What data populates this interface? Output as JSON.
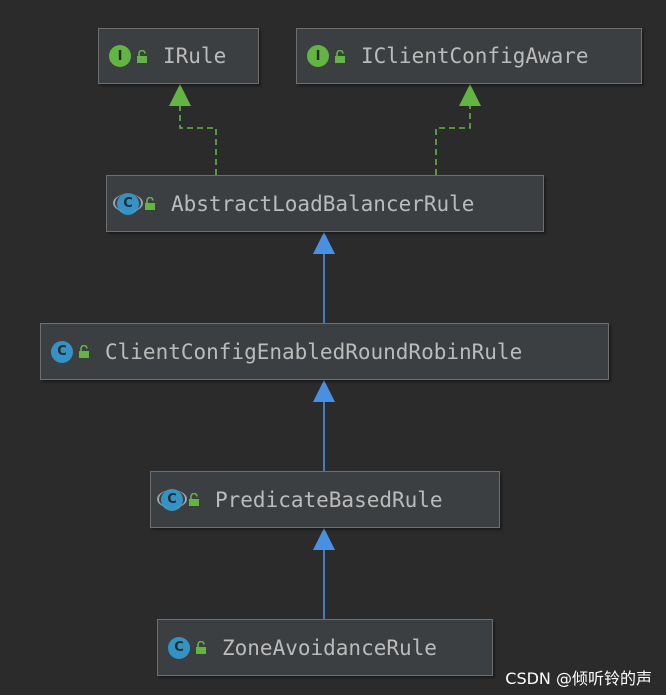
{
  "nodes": [
    {
      "id": "irule",
      "label": "IRule",
      "kind": "interface",
      "badge": "I"
    },
    {
      "id": "iclientconfigaware",
      "label": "IClientConfigAware",
      "kind": "interface",
      "badge": "I"
    },
    {
      "id": "abstractloadbalancerrule",
      "label": "AbstractLoadBalancerRule",
      "kind": "abstract",
      "badge": "C"
    },
    {
      "id": "clientconfigenabledroundrobinrule",
      "label": "ClientConfigEnabledRoundRobinRule",
      "kind": "class",
      "badge": "C"
    },
    {
      "id": "predicatebasedrule",
      "label": "PredicateBasedRule",
      "kind": "abstract",
      "badge": "C"
    },
    {
      "id": "zoneavoidancerule",
      "label": "ZoneAvoidanceRule",
      "kind": "class",
      "badge": "C"
    }
  ],
  "edges": [
    {
      "from": "abstractloadbalancerrule",
      "to": "irule",
      "type": "implements"
    },
    {
      "from": "abstractloadbalancerrule",
      "to": "iclientconfigaware",
      "type": "implements"
    },
    {
      "from": "clientconfigenabledroundrobinrule",
      "to": "abstractloadbalancerrule",
      "type": "extends"
    },
    {
      "from": "predicatebasedrule",
      "to": "clientconfigenabledroundrobinrule",
      "type": "extends"
    },
    {
      "from": "zoneavoidancerule",
      "to": "predicatebasedrule",
      "type": "extends"
    }
  ],
  "colors": {
    "background": "#2b2b2b",
    "node_fill": "#3c3f41",
    "implements_line": "#62b543",
    "extends_line": "#4a90e2",
    "text": "#bbbbbb"
  },
  "watermark": "CSDN @倾听铃的声"
}
